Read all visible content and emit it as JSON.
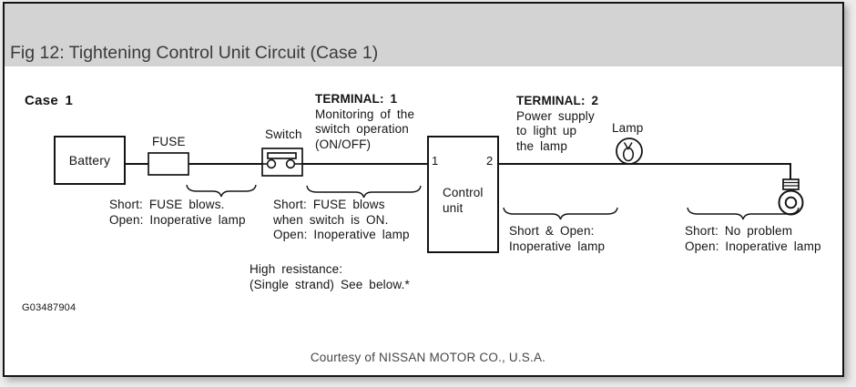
{
  "header": {
    "title": "Fig 12: Tightening Control Unit Circuit (Case 1)"
  },
  "diagram": {
    "case_label": "Case 1",
    "components": {
      "battery": "Battery",
      "fuse": "FUSE",
      "switch": "Switch",
      "lamp": "Lamp",
      "control_unit": {
        "line1": "Control",
        "line2": "unit",
        "pin1": "1",
        "pin2": "2"
      }
    },
    "terminal1": {
      "title": "TERMINAL: 1",
      "line1": "Monitoring of the",
      "line2": "switch operation",
      "line3": "(ON/OFF)"
    },
    "terminal2": {
      "title": "TERMINAL: 2",
      "line1": "Power supply",
      "line2": "to light up",
      "line3": "the lamp"
    },
    "notes": {
      "fuse_segment": {
        "line1": "Short: FUSE blows.",
        "line2": "Open: Inoperative lamp"
      },
      "switch_segment": {
        "line1": "Short: FUSE blows",
        "line2": "when switch is ON.",
        "line3": "Open: Inoperative lamp"
      },
      "high_resistance": {
        "line1": "High resistance:",
        "line2": "(Single strand) See below.*"
      },
      "lamp_segment": {
        "line1": "Short & Open:",
        "line2": "Inoperative lamp"
      },
      "ground_segment": {
        "line1": "Short: No problem",
        "line2": "Open: Inoperative lamp"
      }
    },
    "figure_code": "G03487904"
  },
  "footer": {
    "courtesy": "Courtesy of NISSAN MOTOR CO., U.S.A."
  },
  "colors": {
    "ink": "#141414",
    "title_ink": "#3a3a3a",
    "titlebar_bg": "#d3d3d3",
    "page_bg": "#ececec",
    "courtesy_ink": "#454545"
  }
}
